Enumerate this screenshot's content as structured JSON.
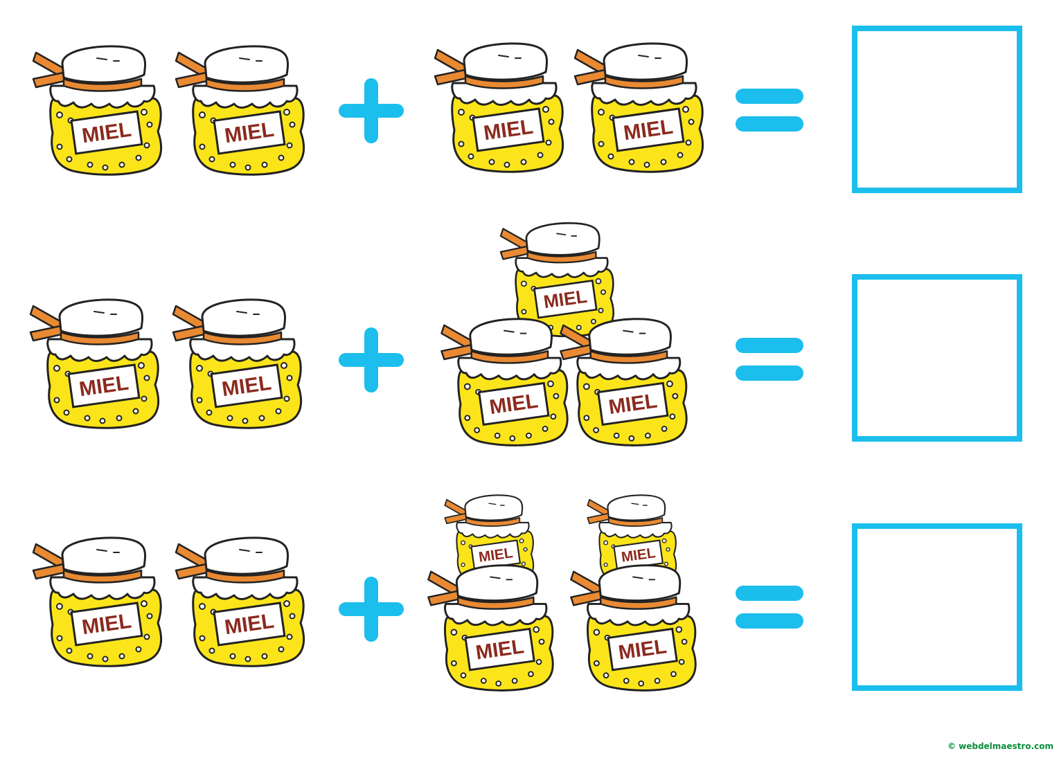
{
  "colors": {
    "operator": "#1BBEEC",
    "answer_box_border": "#1BBEEC",
    "jar_body": "#FBE51A",
    "jar_lid": "#FFFFFF",
    "ribbon": "#E98A33",
    "label_text": "#8B2A1E",
    "copyright_text": "#0a8f3c"
  },
  "jar_label": "MIEL",
  "icons": {
    "jar": "honey-jar-icon",
    "plus": "plus-sign-icon",
    "equals": "equals-sign-icon"
  },
  "rows": [
    {
      "left_count": 2,
      "right_count": 2,
      "right_arrangement": "side-by-side"
    },
    {
      "left_count": 2,
      "right_count": 3,
      "right_arrangement": "pyramid"
    },
    {
      "left_count": 2,
      "right_count": 4,
      "right_arrangement": "two-stacks"
    }
  ],
  "copyright": "© webdelmaestro.com"
}
